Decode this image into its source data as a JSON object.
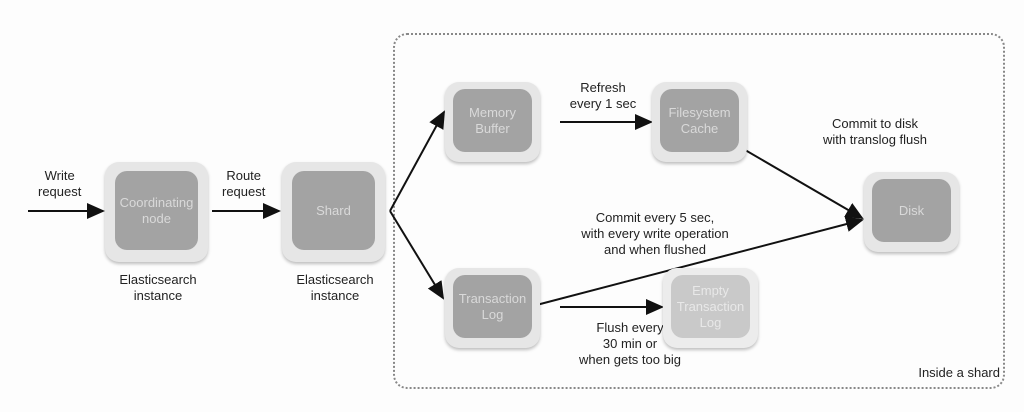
{
  "diagram": {
    "nodes": {
      "coordinating": "Coordinating\nnode",
      "shard": "Shard",
      "memory_buffer": "Memory\nBuffer",
      "filesystem_cache": "Filesystem\nCache",
      "disk": "Disk",
      "transaction_log": "Transaction\nLog",
      "empty_transaction_log": "Empty\nTransaction\nLog"
    },
    "captions": {
      "coordinating": "Elasticsearch\ninstance",
      "shard": "Elasticsearch\ninstance",
      "shard_region": "Inside a shard"
    },
    "edges": {
      "write_request": "Write\nrequest",
      "route_request": "Route\nrequest",
      "refresh": "Refresh\nevery 1 sec",
      "commit_flush": "Commit to disk\nwith translog flush",
      "commit_5sec": "Commit every 5 sec,\nwith every write operation\nand when flushed",
      "flush_30min": "Flush every\n30 min or\nwhen gets too big"
    }
  }
}
